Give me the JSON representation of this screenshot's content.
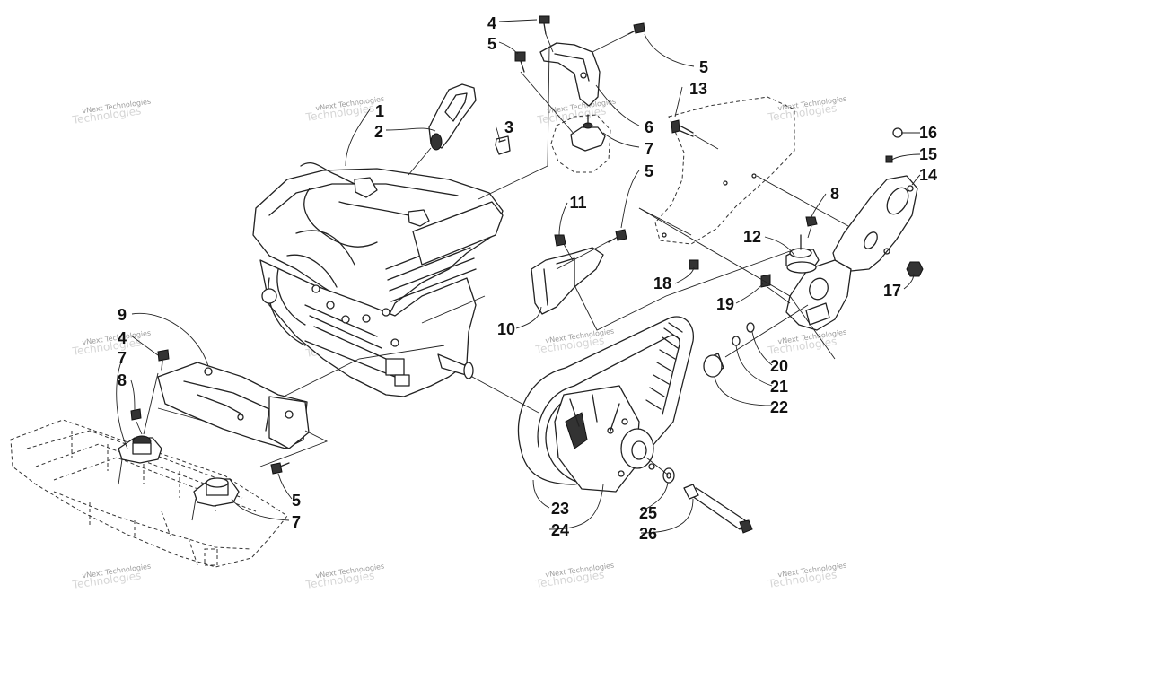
{
  "watermark": {
    "text": "vNext Technologies",
    "shadow": "Technologies"
  },
  "callouts": [
    {
      "id": "c1",
      "label": "1"
    },
    {
      "id": "c2",
      "label": "2"
    },
    {
      "id": "c3",
      "label": "3"
    },
    {
      "id": "c4a",
      "label": "4"
    },
    {
      "id": "c4b",
      "label": "4"
    },
    {
      "id": "c5a",
      "label": "5"
    },
    {
      "id": "c5b",
      "label": "5"
    },
    {
      "id": "c5c",
      "label": "5"
    },
    {
      "id": "c5d",
      "label": "5"
    },
    {
      "id": "c6",
      "label": "6"
    },
    {
      "id": "c7a",
      "label": "7"
    },
    {
      "id": "c7b",
      "label": "7"
    },
    {
      "id": "c7c",
      "label": "7"
    },
    {
      "id": "c8a",
      "label": "8"
    },
    {
      "id": "c8b",
      "label": "8"
    },
    {
      "id": "c9",
      "label": "9"
    },
    {
      "id": "c10",
      "label": "10"
    },
    {
      "id": "c11",
      "label": "11"
    },
    {
      "id": "c12",
      "label": "12"
    },
    {
      "id": "c13",
      "label": "13"
    },
    {
      "id": "c14",
      "label": "14"
    },
    {
      "id": "c15",
      "label": "15"
    },
    {
      "id": "c16",
      "label": "16"
    },
    {
      "id": "c17",
      "label": "17"
    },
    {
      "id": "c18",
      "label": "18"
    },
    {
      "id": "c19",
      "label": "19"
    },
    {
      "id": "c20",
      "label": "20"
    },
    {
      "id": "c21",
      "label": "21"
    },
    {
      "id": "c22",
      "label": "22"
    },
    {
      "id": "c23",
      "label": "23"
    },
    {
      "id": "c24",
      "label": "24"
    },
    {
      "id": "c25",
      "label": "25"
    },
    {
      "id": "c26",
      "label": "26"
    }
  ],
  "colors": {
    "line": "#222222",
    "background": "#ffffff",
    "watermark": "#8a8a8a"
  }
}
